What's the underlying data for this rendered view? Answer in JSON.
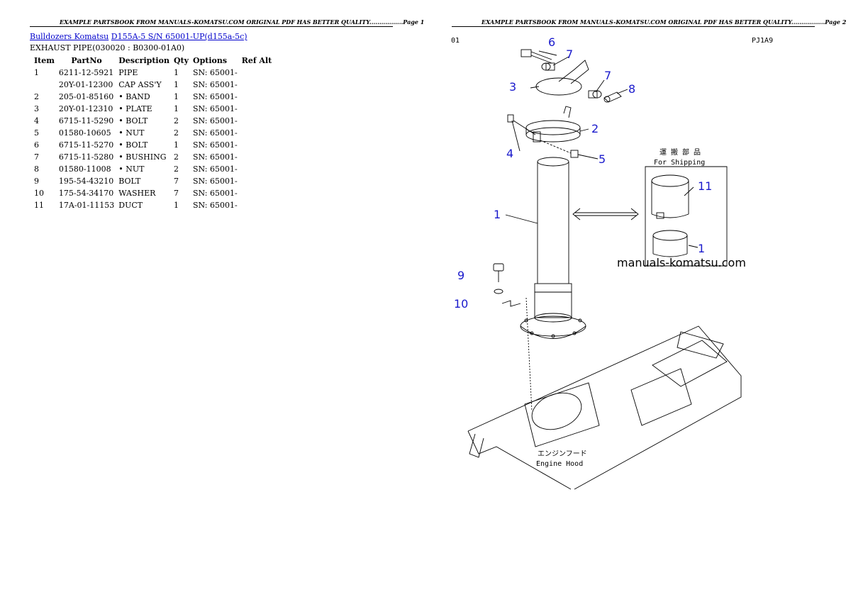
{
  "header": {
    "left_text": "EXAMPLE PARTSBOOK FROM MANUALS-KOMATSU.COM ORIGINAL PDF HAS BETTER QUALITY.................Page 1",
    "right_text": "EXAMPLE PARTSBOOK FROM MANUALS-KOMATSU.COM ORIGINAL PDF HAS BETTER QUALITY.................Page 2"
  },
  "breadcrumb": {
    "link1": "Bulldozers Komatsu",
    "link2": "D155A-5 S/N 65001-UP(d155a-5c)"
  },
  "subtitle": "EXHAUST PIPE(030020 : B0300-01A0)",
  "table": {
    "headers": [
      "Item",
      "PartNo",
      "Description",
      "Qty",
      "Options",
      "Ref Alt"
    ],
    "rows": [
      [
        "1",
        "6211-12-5921",
        "PIPE",
        "1",
        "SN: 65001-",
        ""
      ],
      [
        "",
        "20Y-01-12300",
        "CAP ASS'Y",
        "1",
        "SN: 65001-",
        ""
      ],
      [
        "2",
        "205-01-85160",
        "• BAND",
        "1",
        "SN: 65001-",
        ""
      ],
      [
        "3",
        "20Y-01-12310",
        "• PLATE",
        "1",
        "SN: 65001-",
        ""
      ],
      [
        "4",
        "6715-11-5290",
        "• BOLT",
        "2",
        "SN: 65001-",
        ""
      ],
      [
        "5",
        "01580-10605",
        "• NUT",
        "2",
        "SN: 65001-",
        ""
      ],
      [
        "6",
        "6715-11-5270",
        "• BOLT",
        "1",
        "SN: 65001-",
        ""
      ],
      [
        "7",
        "6715-11-5280",
        "• BUSHING",
        "2",
        "SN: 65001-",
        ""
      ],
      [
        "8",
        "01580-11008",
        "• NUT",
        "2",
        "SN: 65001-",
        ""
      ],
      [
        "9",
        "195-54-43210",
        "BOLT",
        "7",
        "SN: 65001-",
        ""
      ],
      [
        "10",
        "175-54-34170",
        "WASHER",
        "7",
        "SN: 65001-",
        ""
      ],
      [
        "11",
        "17A-01-11153",
        "DUCT",
        "1",
        "SN: 65001-",
        ""
      ]
    ]
  },
  "diagram": {
    "corner_left": "01",
    "corner_right": "PJ1A9",
    "shipping_jp": "運 搬 部 品",
    "shipping_en": "For Shipping",
    "hood_jp": "エンジンフード",
    "hood_en": "Engine Hood",
    "watermark": "manuals-komatsu.com",
    "callouts": [
      "6",
      "7",
      "7",
      "3",
      "8",
      "2",
      "4",
      "5",
      "11",
      "1",
      "1",
      "9",
      "10"
    ]
  }
}
